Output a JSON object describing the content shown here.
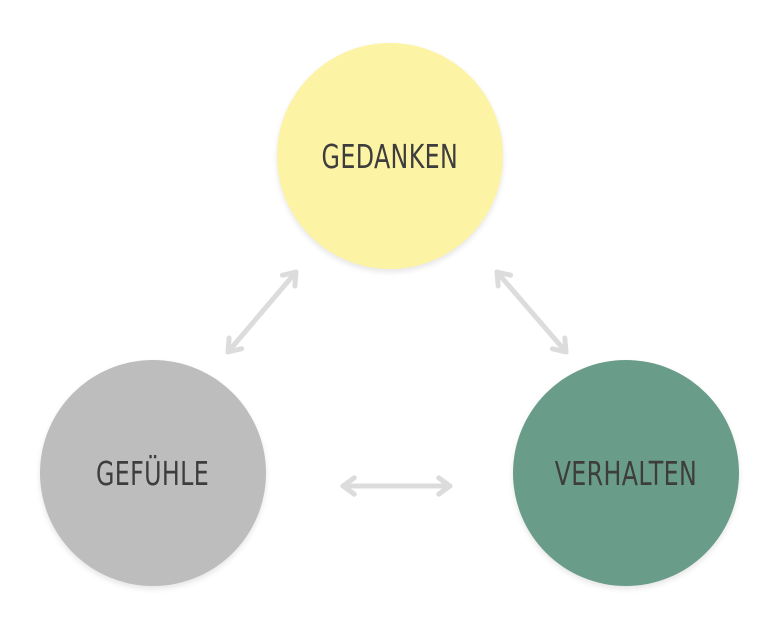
{
  "nodes": {
    "gedanken": {
      "label": "GEDANKEN",
      "color": "#fdf3a4"
    },
    "gefuehle": {
      "label": "GEFÜHLE",
      "color": "#bdbdbd"
    },
    "verhalten": {
      "label": "VERHALTEN",
      "color": "#6a9c8a"
    }
  },
  "arrow_color": "#dcdcdc",
  "connections": [
    {
      "from": "gedanken",
      "to": "gefuehle",
      "type": "bidirectional"
    },
    {
      "from": "gedanken",
      "to": "verhalten",
      "type": "bidirectional"
    },
    {
      "from": "gefuehle",
      "to": "verhalten",
      "type": "bidirectional"
    }
  ]
}
